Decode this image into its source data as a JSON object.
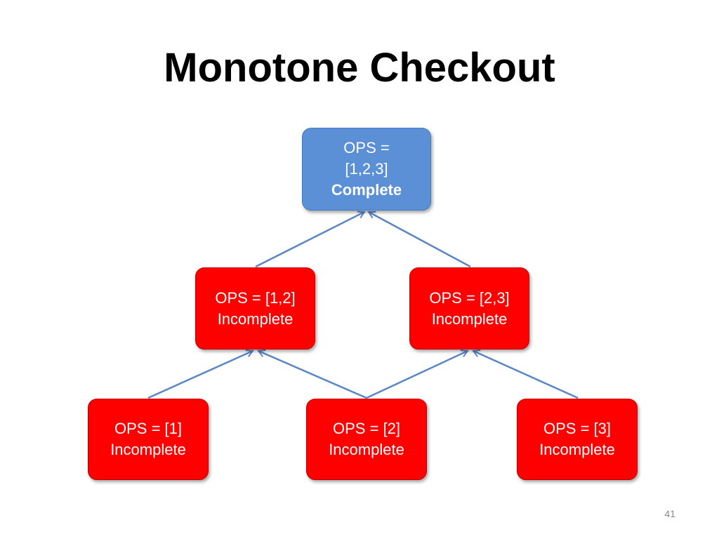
{
  "slide": {
    "title": "Monotone Checkout",
    "page_number": "41"
  },
  "colors": {
    "complete_fill": "#5b8fd6",
    "incomplete_fill": "#ff0000",
    "edge": "#5b86c4"
  },
  "nodes": {
    "top": {
      "line1": "OPS =",
      "line2": "[1,2,3]",
      "status": "Complete"
    },
    "mid_left": {
      "line1": "OPS = [1,2]",
      "status": "Incomplete"
    },
    "mid_right": {
      "line1": "OPS = [2,3]",
      "status": "Incomplete"
    },
    "bottom_1": {
      "line1": "OPS = [1]",
      "status": "Incomplete"
    },
    "bottom_2": {
      "line1": "OPS = [2]",
      "status": "Incomplete"
    },
    "bottom_3": {
      "line1": "OPS = [3]",
      "status": "Incomplete"
    }
  }
}
